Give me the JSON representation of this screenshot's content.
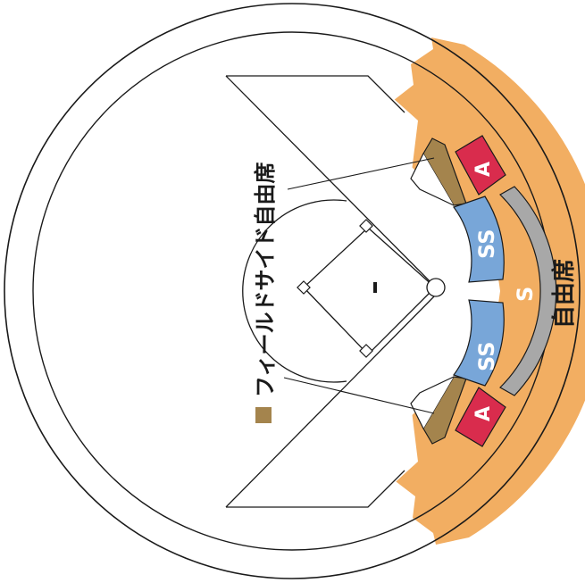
{
  "map": {
    "legend_label": "フィールドサイド自由席",
    "outfield_label": "自由席",
    "seat_labels": {
      "a_top": "A",
      "ss_top": "SS",
      "s_center": "S",
      "ss_bottom": "SS",
      "a_bottom": "A"
    }
  },
  "colors": {
    "general_admission": "#f2ae62",
    "field_side": "#a4844d",
    "seat_a": "#d92c4d",
    "seat_ss": "#78a6d8",
    "seat_s": "#a8a8a8",
    "outline": "#1a1a1a"
  }
}
